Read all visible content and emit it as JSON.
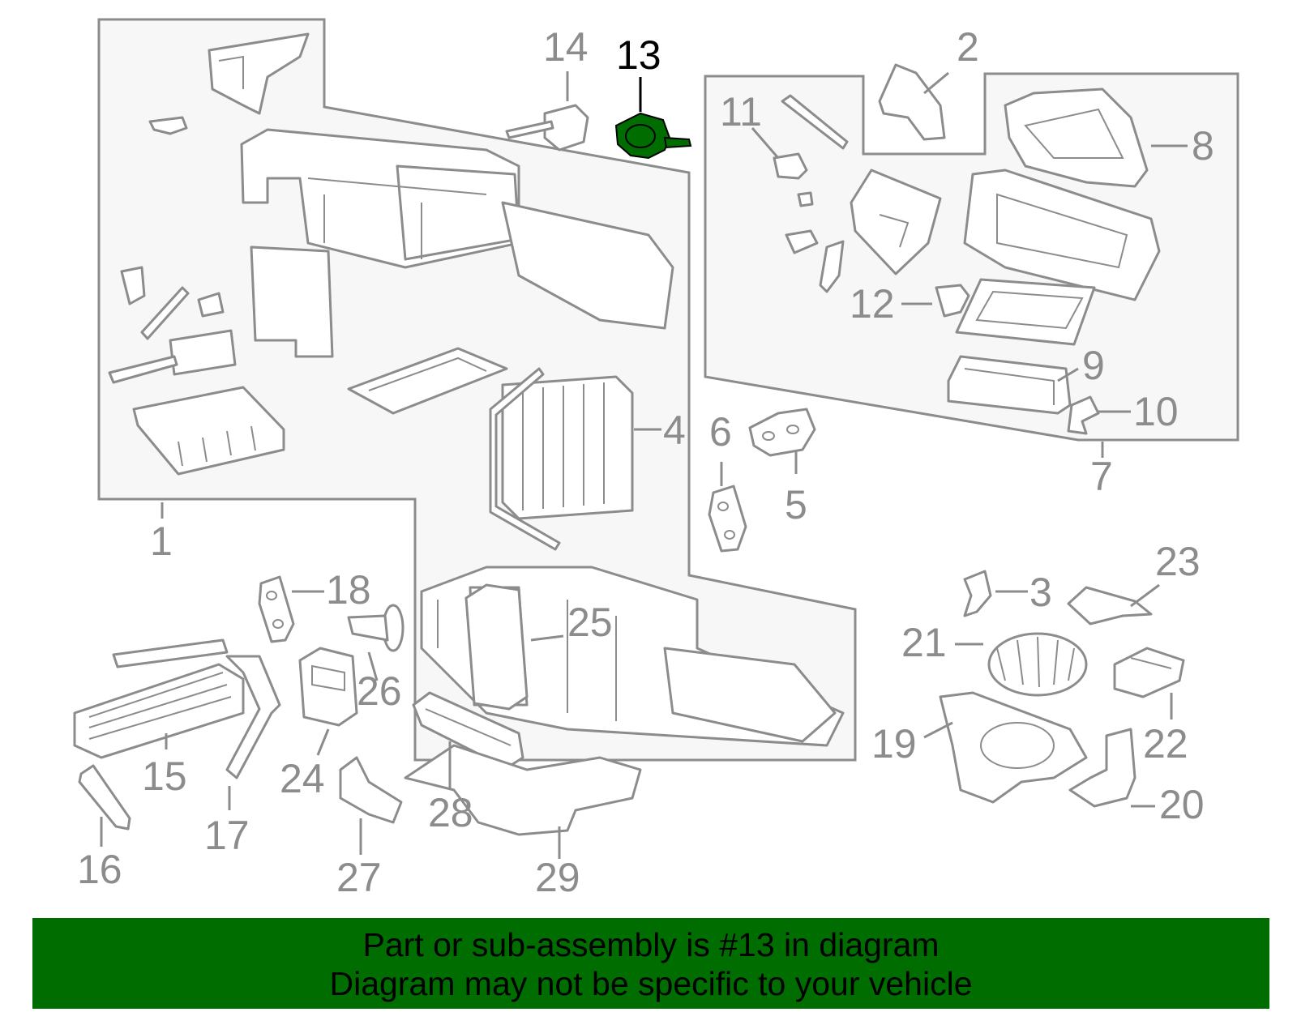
{
  "diagram": {
    "highlight_color": "#006d00",
    "line_color": "#8c8c8c",
    "highlighted_part": "13",
    "callouts": [
      "1",
      "2",
      "3",
      "4",
      "5",
      "6",
      "7",
      "8",
      "9",
      "10",
      "11",
      "12",
      "13",
      "14",
      "15",
      "16",
      "17",
      "18",
      "19",
      "20",
      "21",
      "22",
      "23",
      "24",
      "25",
      "26",
      "27",
      "28",
      "29"
    ]
  },
  "banner": {
    "background": "#006d00",
    "line1": "Part or sub-assembly is #13 in diagram",
    "line2": "Diagram may not be specific to your vehicle"
  }
}
